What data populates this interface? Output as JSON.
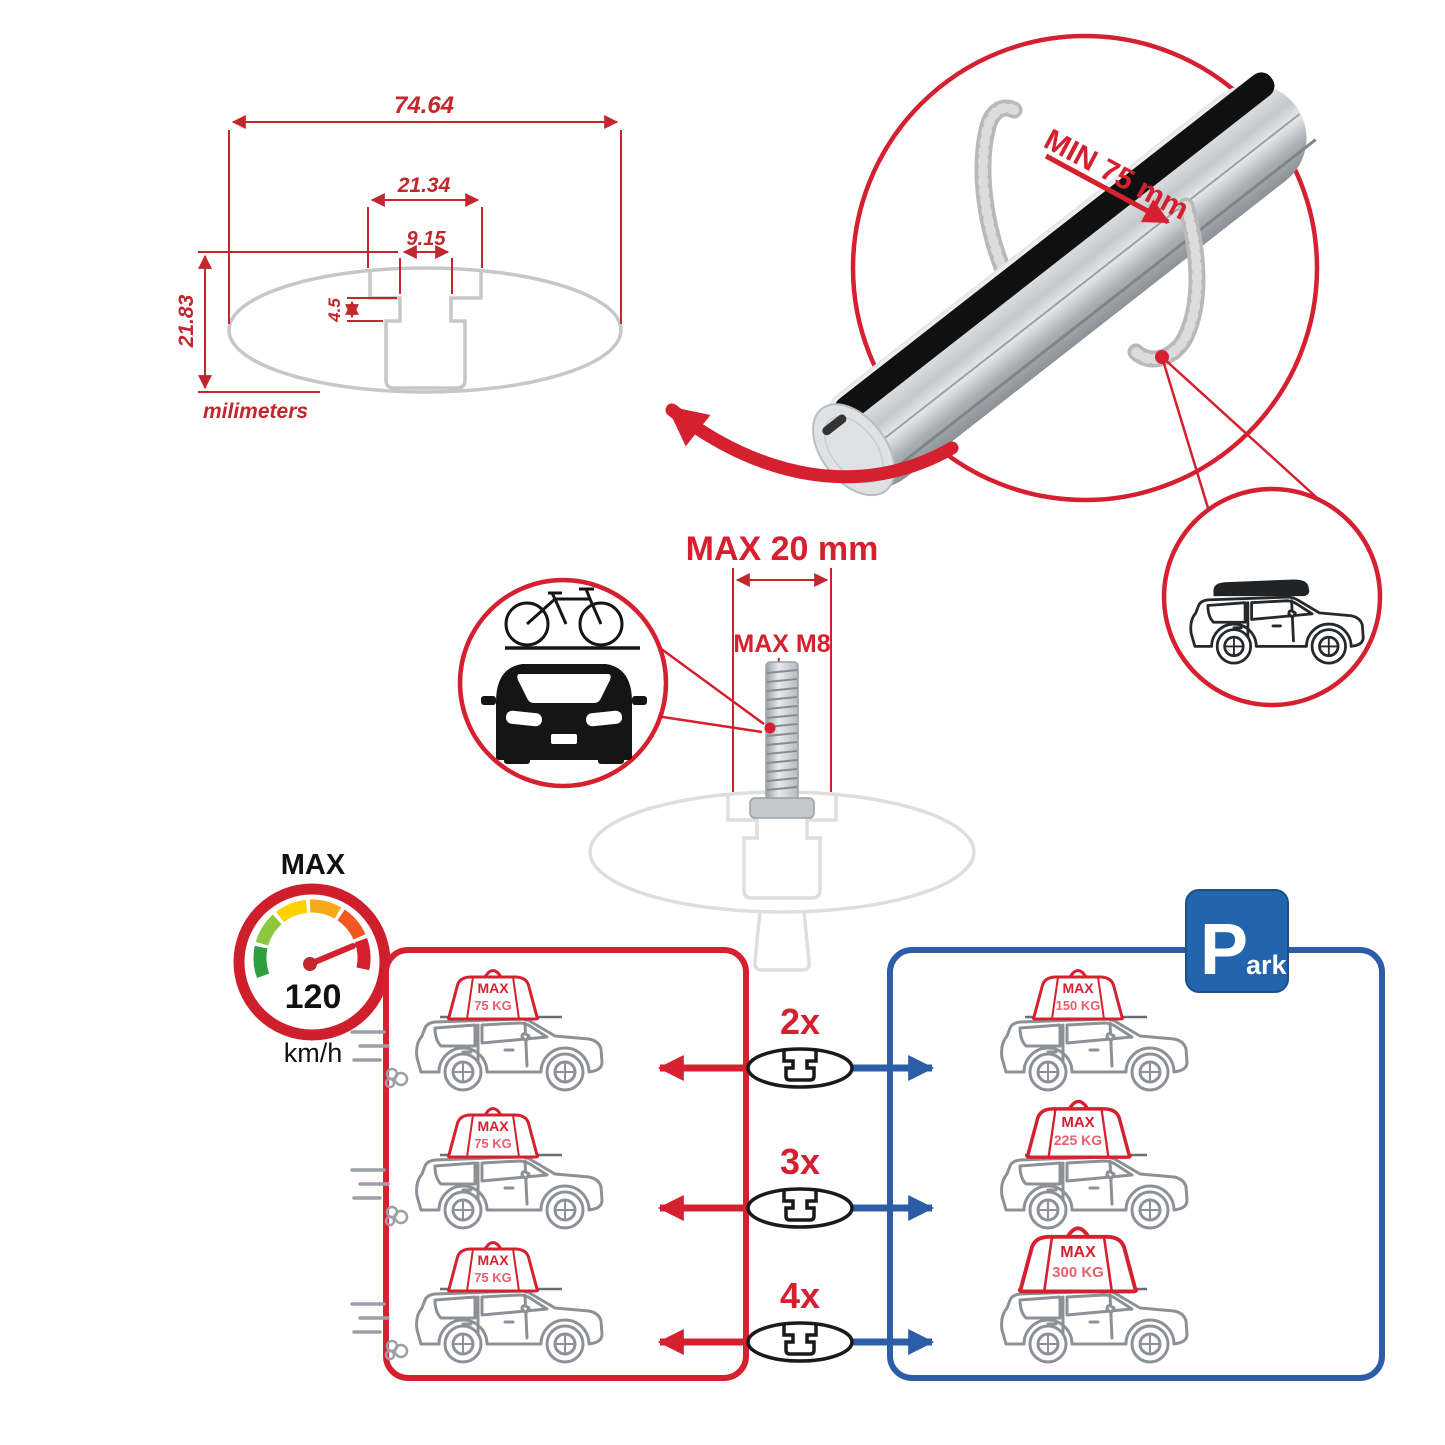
{
  "cross_section": {
    "width_total": "74.64",
    "channel_width": "21.34",
    "slot_width": "9.15",
    "lip_depth": "4.5",
    "height": "21.83",
    "unit_label": "milimeters"
  },
  "bar_detail": {
    "min_label": "MIN 75 mm"
  },
  "bolt_detail": {
    "length_label": "MAX 20 mm",
    "thread_label": "MAX M8"
  },
  "speed_gauge": {
    "title": "MAX",
    "value": "120",
    "unit": "km/h"
  },
  "driving_panel": {
    "cars": [
      {
        "load_max": "MAX",
        "load_weight": "75 KG"
      },
      {
        "load_max": "MAX",
        "load_weight": "75 KG"
      },
      {
        "load_max": "MAX",
        "load_weight": "75 KG"
      }
    ]
  },
  "parked_panel": {
    "sign_letter": "P",
    "sign_rest": "ark",
    "cars": [
      {
        "load_max": "MAX",
        "load_weight": "150 KG"
      },
      {
        "load_max": "MAX",
        "load_weight": "225 KG"
      },
      {
        "load_max": "MAX",
        "load_weight": "300 KG"
      }
    ]
  },
  "multipliers": [
    {
      "label": "2x"
    },
    {
      "label": "3x"
    },
    {
      "label": "4x"
    }
  ],
  "colors": {
    "red": "#d5202f",
    "dim_red": "#c1272d",
    "blue": "#2b5ea7",
    "profile_gray": "#c7c7c7"
  }
}
